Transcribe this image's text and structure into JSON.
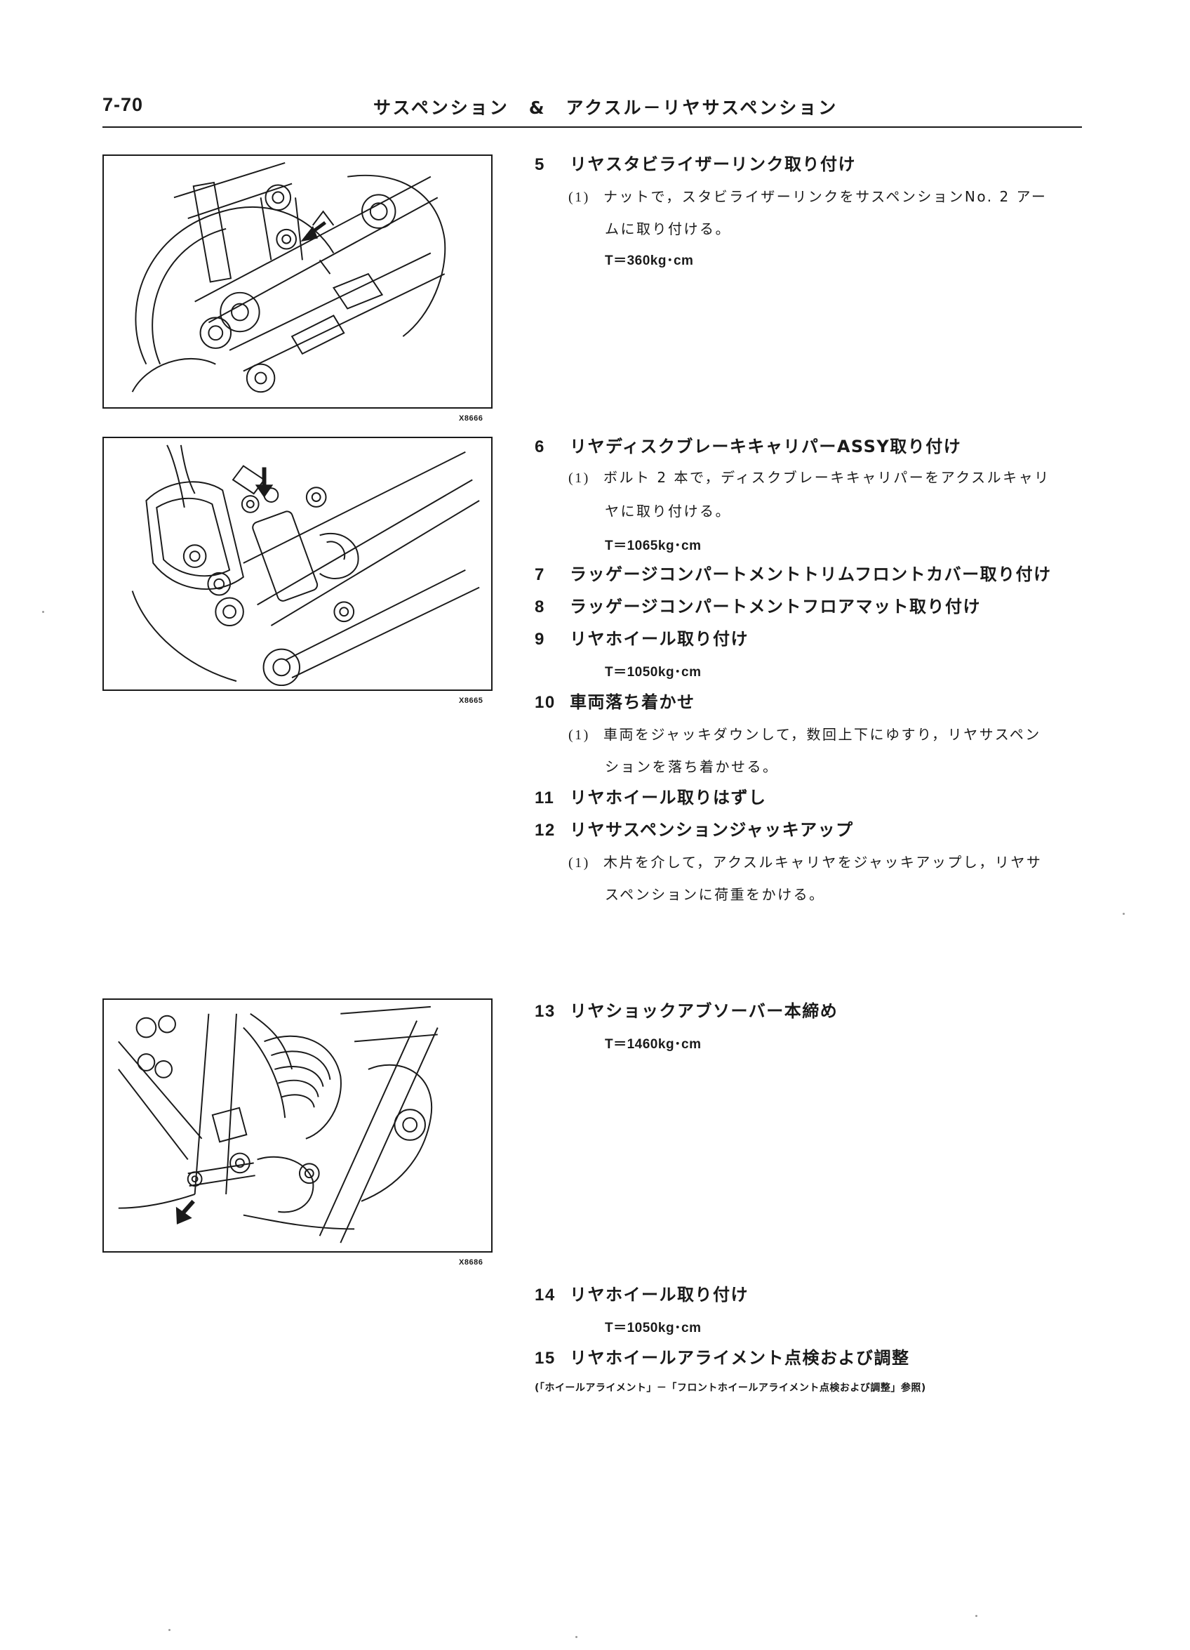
{
  "header": {
    "page_number": "7-70",
    "title": "サスペンション　&　アクスル－リヤサスペンション"
  },
  "figures": [
    {
      "code": "X8666"
    },
    {
      "code": "X8665"
    },
    {
      "code": "X8686"
    }
  ],
  "steps": [
    {
      "num": "5",
      "title": "リヤスタビライザーリンク取り付け",
      "subs": [
        {
          "paren": "(1)",
          "lines": [
            "ナットで，スタビライザーリンクをサスペンションNo. 2 アー",
            "ムに取り付ける。"
          ]
        }
      ],
      "torque": "T＝360kg･cm"
    },
    {
      "num": "6",
      "title": "リヤディスクブレーキキャリパーASSY取り付け",
      "subs": [
        {
          "paren": "(1)",
          "lines": [
            "ボルト 2 本で，ディスクブレーキキャリパーをアクスルキャリ",
            "ヤに取り付ける。"
          ]
        }
      ],
      "torque": "T＝1065kg･cm"
    },
    {
      "num": "7",
      "title": "ラッゲージコンパートメントトリムフロントカバー取り付け"
    },
    {
      "num": "8",
      "title": "ラッゲージコンパートメントフロアマット取り付け"
    },
    {
      "num": "9",
      "title": "リヤホイール取り付け",
      "torque": "T＝1050kg･cm"
    },
    {
      "num": "10",
      "title": "車両落ち着かせ",
      "subs": [
        {
          "paren": "(1)",
          "lines": [
            "車両をジャッキダウンして，数回上下にゆすり，リヤサスペン",
            "ションを落ち着かせる。"
          ]
        }
      ]
    },
    {
      "num": "11",
      "title": "リヤホイール取りはずし"
    },
    {
      "num": "12",
      "title": "リヤサスペンションジャッキアップ",
      "subs": [
        {
          "paren": "(1)",
          "lines": [
            "木片を介して，アクスルキャリヤをジャッキアップし，リヤサ",
            "スペンションに荷重をかける。"
          ]
        }
      ]
    },
    {
      "num": "13",
      "title": "リヤショックアブソーバー本締め",
      "torque": "T＝1460kg･cm"
    },
    {
      "num": "14",
      "title": "リヤホイール取り付け",
      "torque": "T＝1050kg･cm"
    },
    {
      "num": "15",
      "title": "リヤホイールアライメント点検および調整"
    }
  ],
  "note": "(「ホイールアライメント」－「フロントホイールアライメント点検および調整」参照)",
  "colors": {
    "ink": "#1a1a1a",
    "paper": "#ffffff"
  }
}
